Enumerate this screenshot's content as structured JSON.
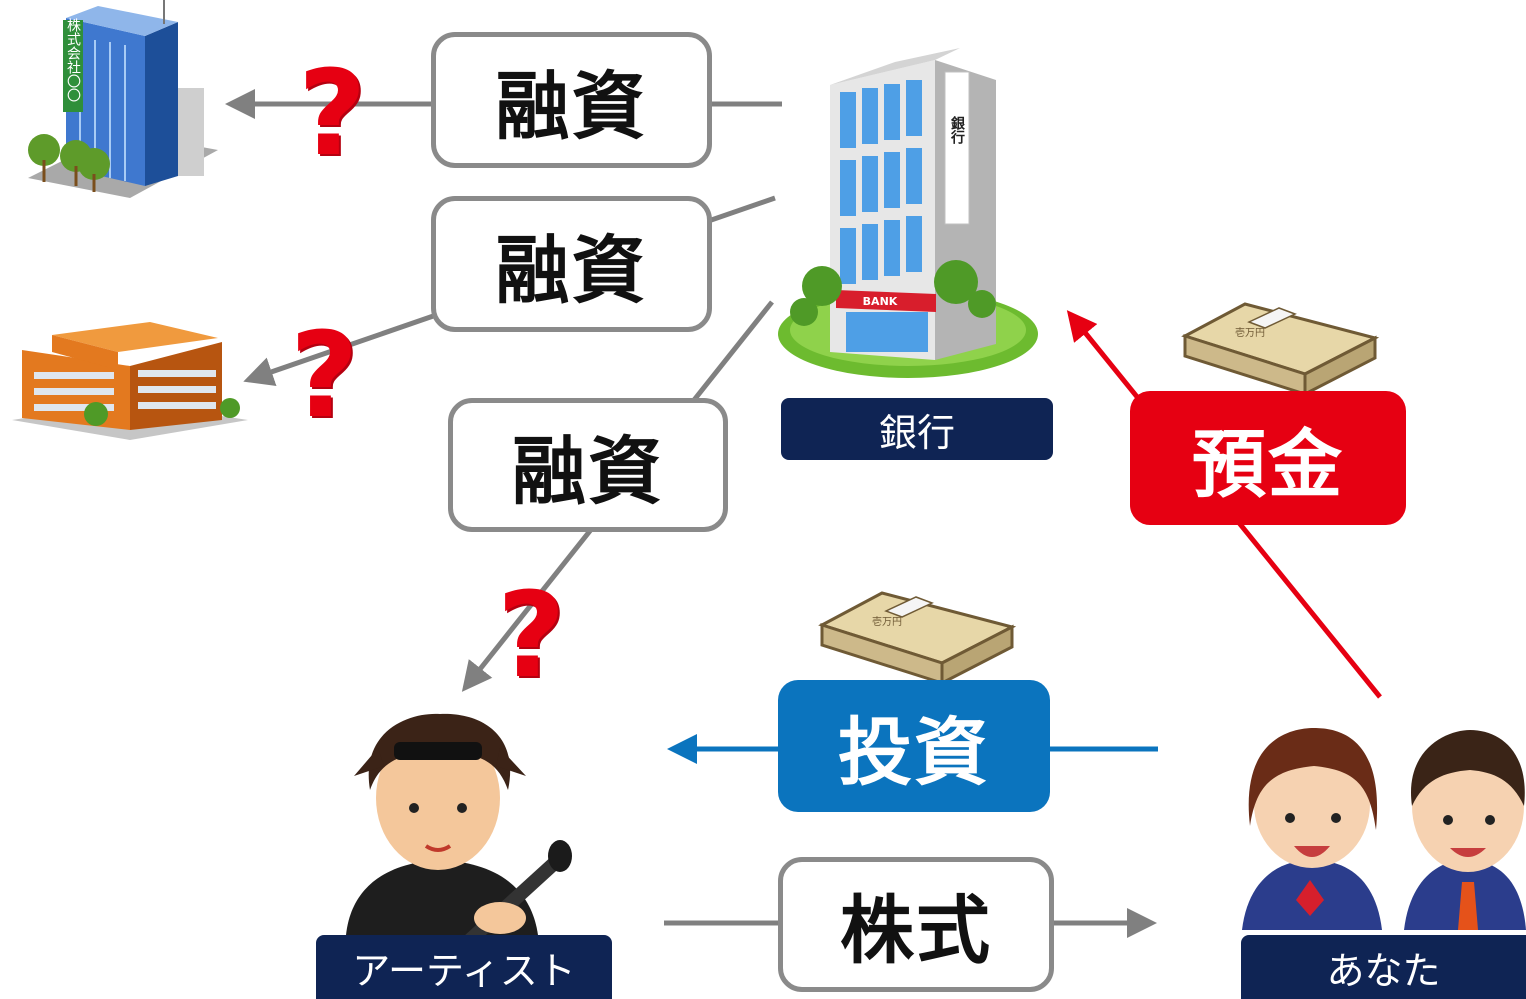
{
  "labels": {
    "loan_1": "融資",
    "loan_2": "融資",
    "loan_3": "融資",
    "deposit": "預金",
    "investment": "投資",
    "stock": "株式",
    "question_1": "?",
    "question_2": "?",
    "question_3": "?"
  },
  "tags": {
    "bank": "銀行",
    "artist": "アーティスト",
    "you": "あなた"
  },
  "picture_text": {
    "bank_sign": "BANK",
    "bank_vertical_sign": "銀行",
    "company_sign": "株式会社〇〇",
    "banknote_kanji": "壱万円"
  },
  "colors": {
    "loan_border": "#8a8a8a",
    "deposit": "#e60012",
    "investment": "#0b74be",
    "tag_bg": "#0f2454",
    "question": "#e60012"
  }
}
